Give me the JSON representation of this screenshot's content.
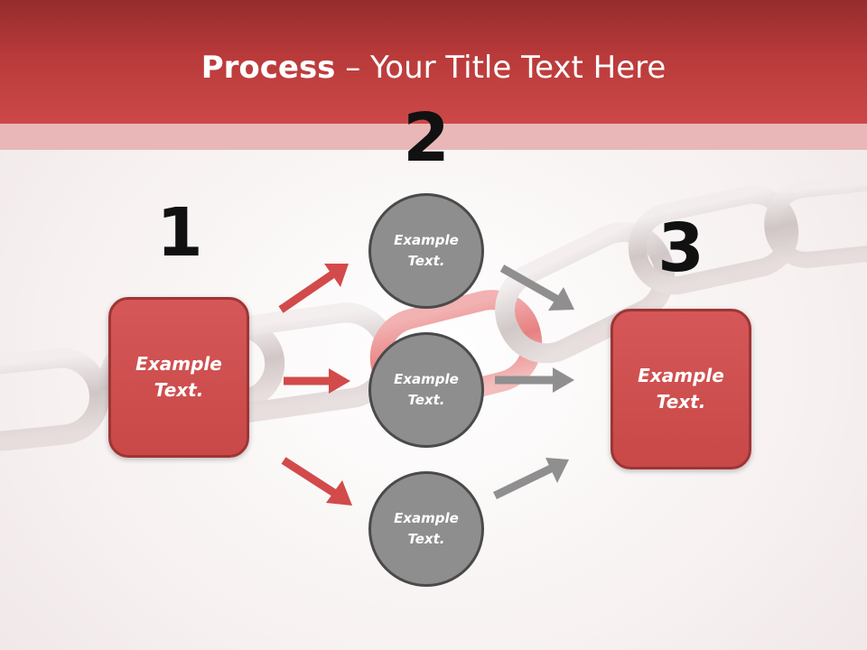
{
  "slide": {
    "title_bold": "Process",
    "title_rest": " – Your Title Text Here",
    "step_numbers": [
      "1",
      "2",
      "3"
    ],
    "left_box_text": "Example\nText.",
    "right_box_text": "Example\nText.",
    "circles": [
      "Example\nText.",
      "Example\nText.",
      "Example\nText."
    ],
    "colors": {
      "header": "#c24242",
      "box_fill": "#cf5050",
      "circle_fill": "#8e8e8e",
      "arrow_red": "#d24a4a",
      "arrow_gray": "#8f8f8f"
    }
  }
}
